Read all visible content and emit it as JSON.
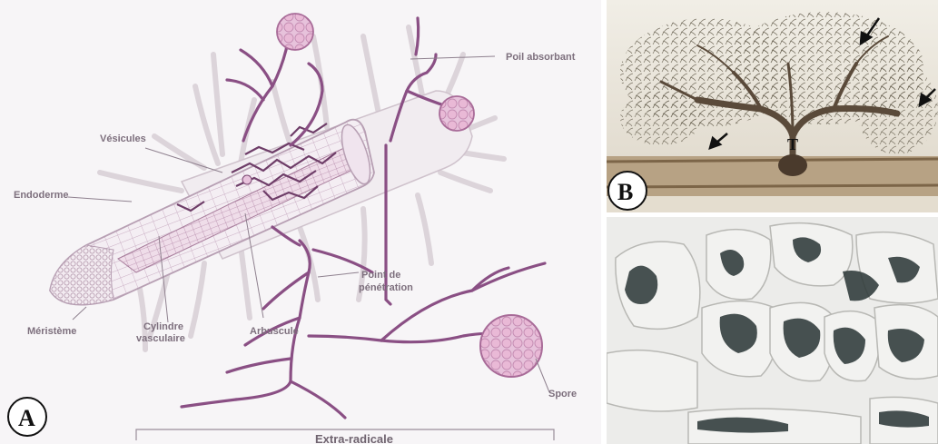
{
  "panels": {
    "a": {
      "letter": "A",
      "labels": {
        "poil_absorbant": "Poil absorbant",
        "vesicules": "Vésicules",
        "endoderme": "Endoderme",
        "point_penetration_1": "Point de",
        "point_penetration_2": "pénétration",
        "meristeme": "Méristème",
        "cylindre_1": "Cylindre",
        "cylindre_2": "vasculaire",
        "arbuscule": "Arbuscule",
        "spore": "Spore",
        "extra_radicale": "Extra-radicale"
      }
    },
    "b": {
      "letter": "B",
      "structure_mark": "T"
    }
  },
  "colors": {
    "hyphae": "#8a4f84",
    "root_outline": "#b79fb3",
    "spore_fill": "#e6bfd9",
    "root_hair": "#ddd6dc",
    "label_text": "#7d6f7d"
  }
}
